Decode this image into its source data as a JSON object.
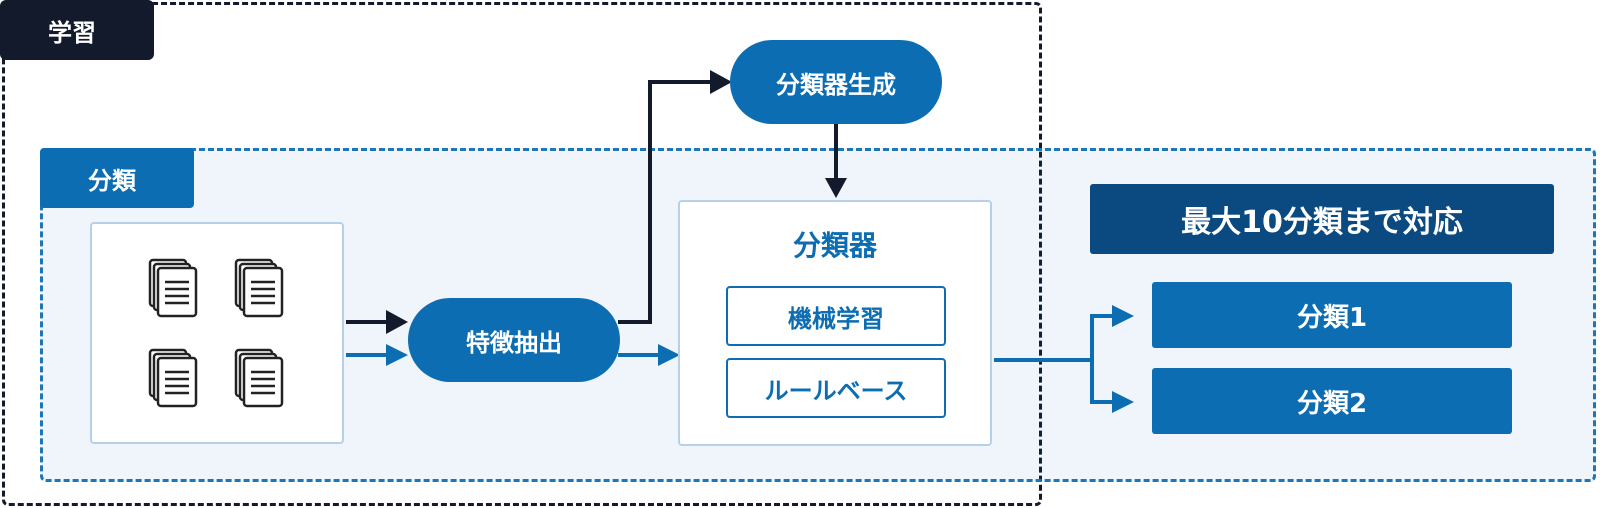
{
  "learn_label": "学習",
  "classify_label": "分類",
  "feature_extraction": "特徴抽出",
  "classifier_generation": "分類器生成",
  "classifier": {
    "title": "分類器",
    "methods": [
      "機械学習",
      "ルールベース"
    ]
  },
  "banner": "最大10分類まで対応",
  "results": [
    "分類1",
    "分類2"
  ],
  "colors": {
    "navy": "#121a2b",
    "blue": "#0d6db3",
    "dark_blue": "#0b4a80"
  },
  "icons": [
    "document-stack-icon",
    "arrow-right-icon",
    "arrow-down-icon"
  ]
}
